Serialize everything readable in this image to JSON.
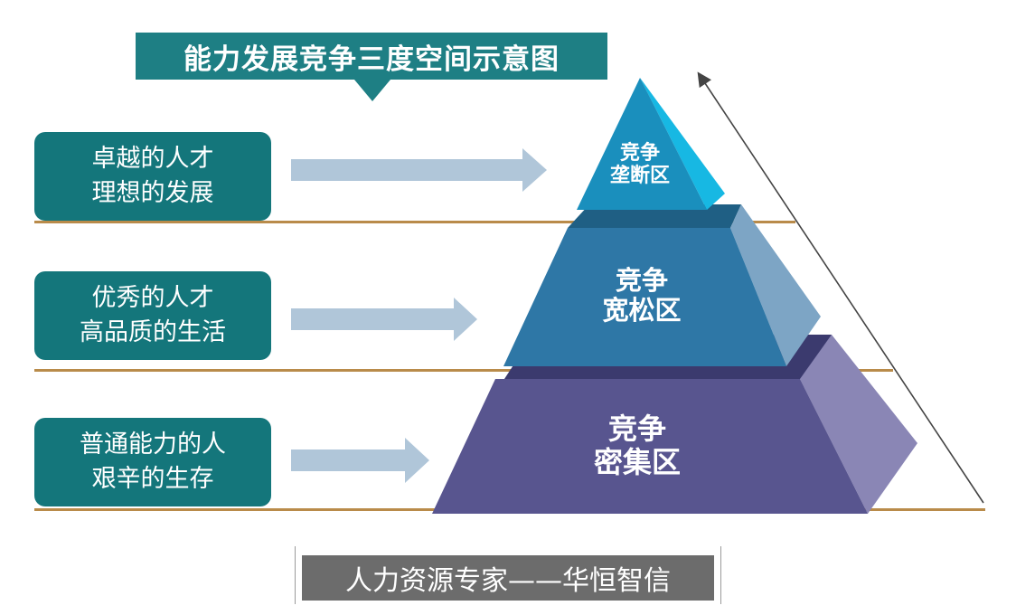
{
  "title": "能力发展竞争三度空间示意图",
  "levels": [
    {
      "line1": "卓越的人才",
      "line2": "理想的发展"
    },
    {
      "line1": "优秀的人才",
      "line2": "高品质的生活"
    },
    {
      "line1": "普通能力的人",
      "line2": "艰辛的生存"
    }
  ],
  "pyramid": [
    {
      "line1": "竞争",
      "line2": "垄断区"
    },
    {
      "line1": "竞争",
      "line2": "宽松区"
    },
    {
      "line1": "竞争",
      "line2": "密集区"
    }
  ],
  "credit": "人力资源专家——华恒智信",
  "colors": {
    "teal": "#1e7f84",
    "top_front": "#1a8fbd",
    "top_side": "#17b8e3",
    "mid_front": "#2e77a6",
    "mid_side": "#7da5c5",
    "bot_front": "#58558f",
    "bot_side": "#8a86b5",
    "arrow": "#b0c6d9",
    "line": "#b98b4a"
  }
}
